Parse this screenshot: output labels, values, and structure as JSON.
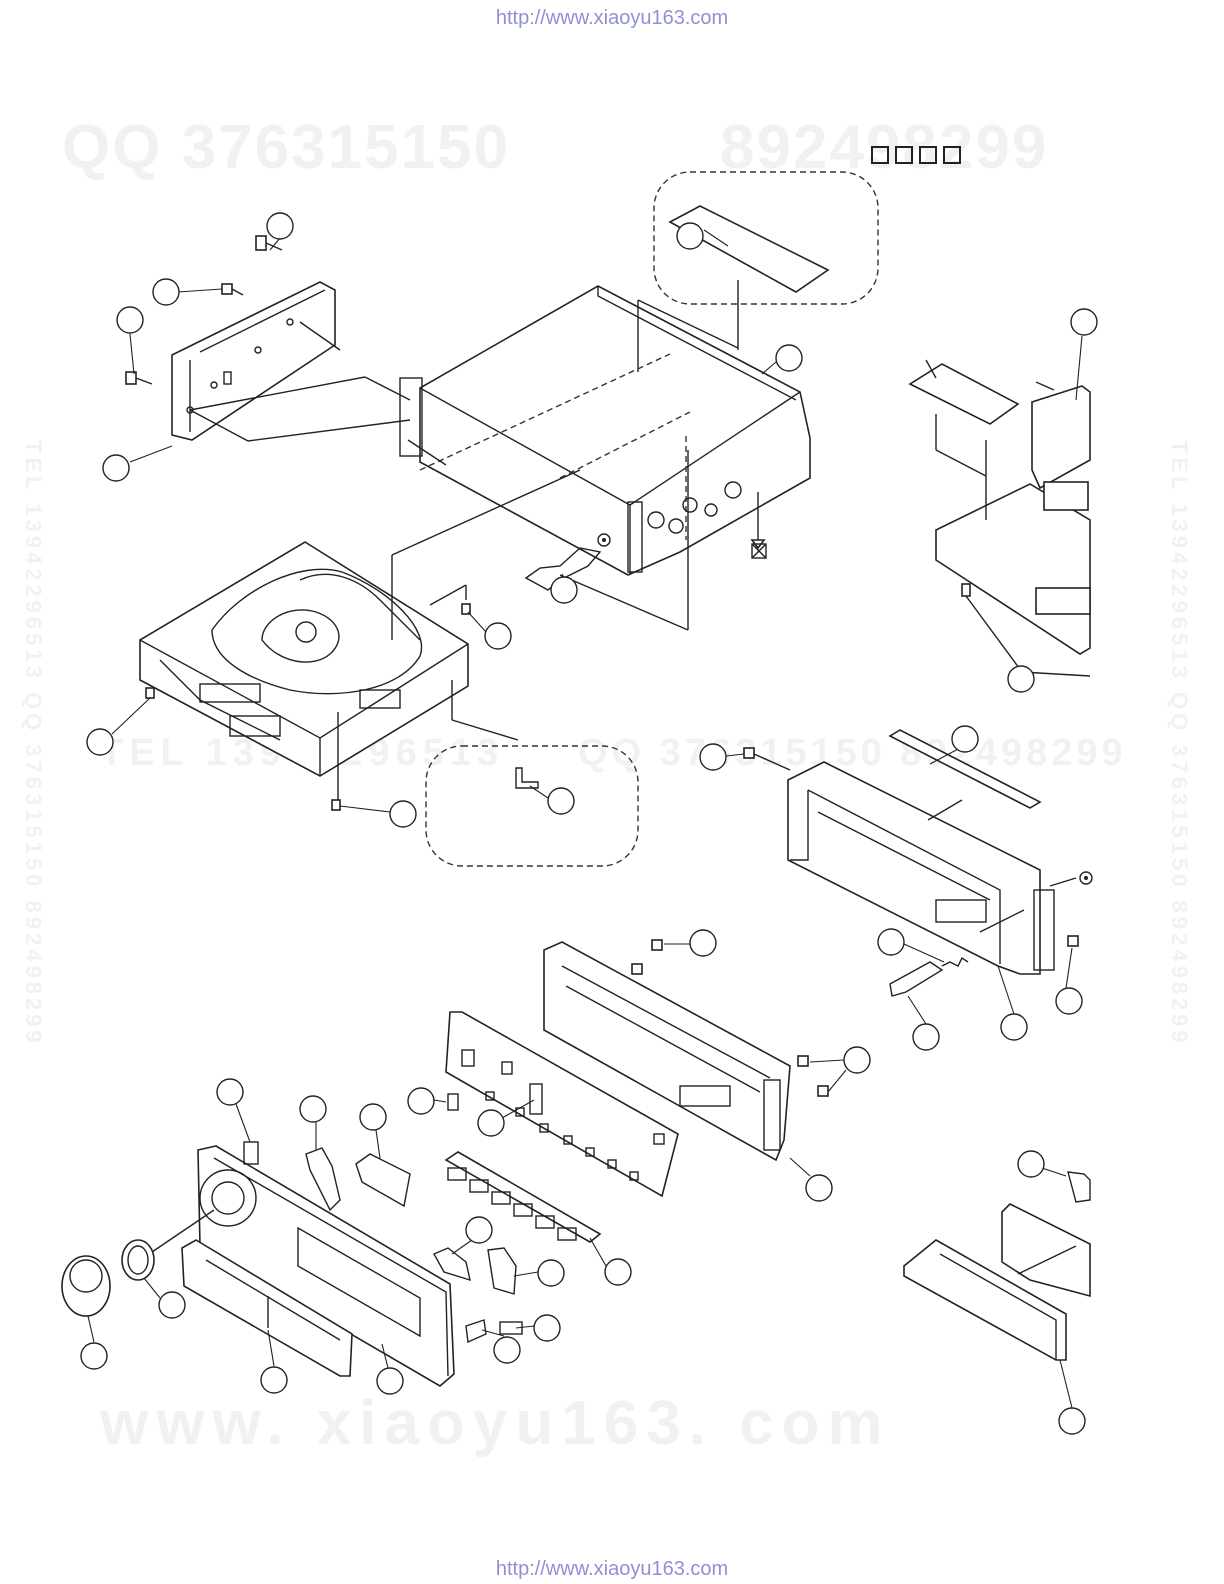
{
  "header": {
    "url": "http://www.xiaoyu163.com",
    "box_count": 4
  },
  "footer": {
    "url": "http://www.xiaoyu163.com"
  },
  "watermarks": {
    "qq_left": "QQ 376315150",
    "qq_right": "892498299",
    "tel": "TEL 13942296513",
    "qq_mid": "QQ 376315150  892498299",
    "site": "www. xiaoyu163. com",
    "side_left": "TEL 13942296513  QQ 376315150  892498299",
    "side_right": "TEL 13942296513  QQ 376315150  892498299"
  }
}
